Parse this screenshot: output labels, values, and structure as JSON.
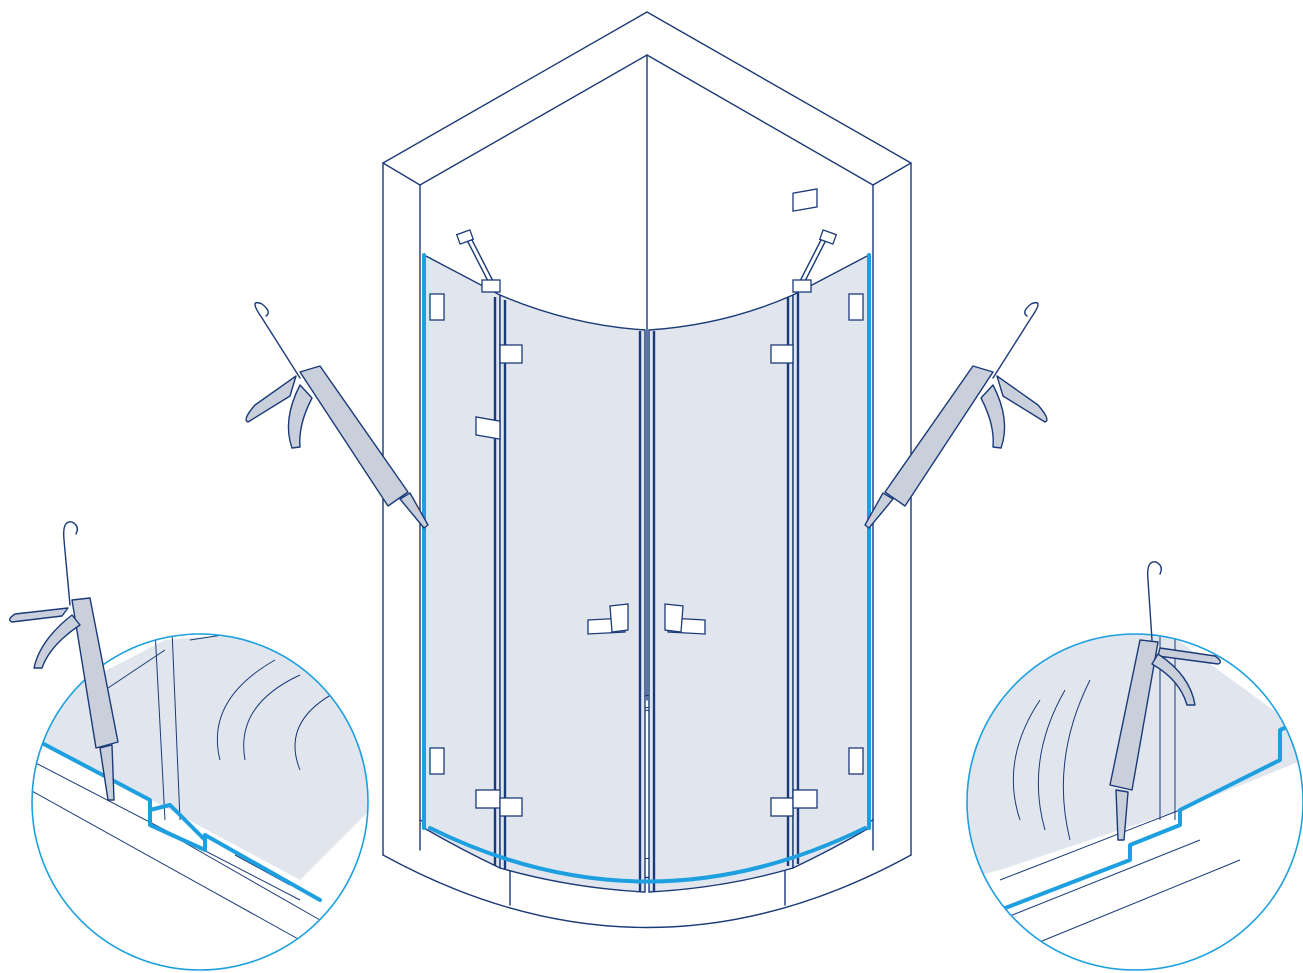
{
  "colors": {
    "line": "#1b3a78",
    "seal": "#1ea0e0",
    "glass": "#e1e6ee",
    "gun": "#c9d0dc",
    "background": "#ffffff"
  },
  "illustration": {
    "subject": "quadrant-shower-enclosure",
    "views": [
      "main-enclosure",
      "detail-left",
      "detail-right"
    ],
    "tools": [
      "caulking-gun-left",
      "caulking-gun-right",
      "caulking-gun-detail-left",
      "caulking-gun-detail-right"
    ]
  }
}
